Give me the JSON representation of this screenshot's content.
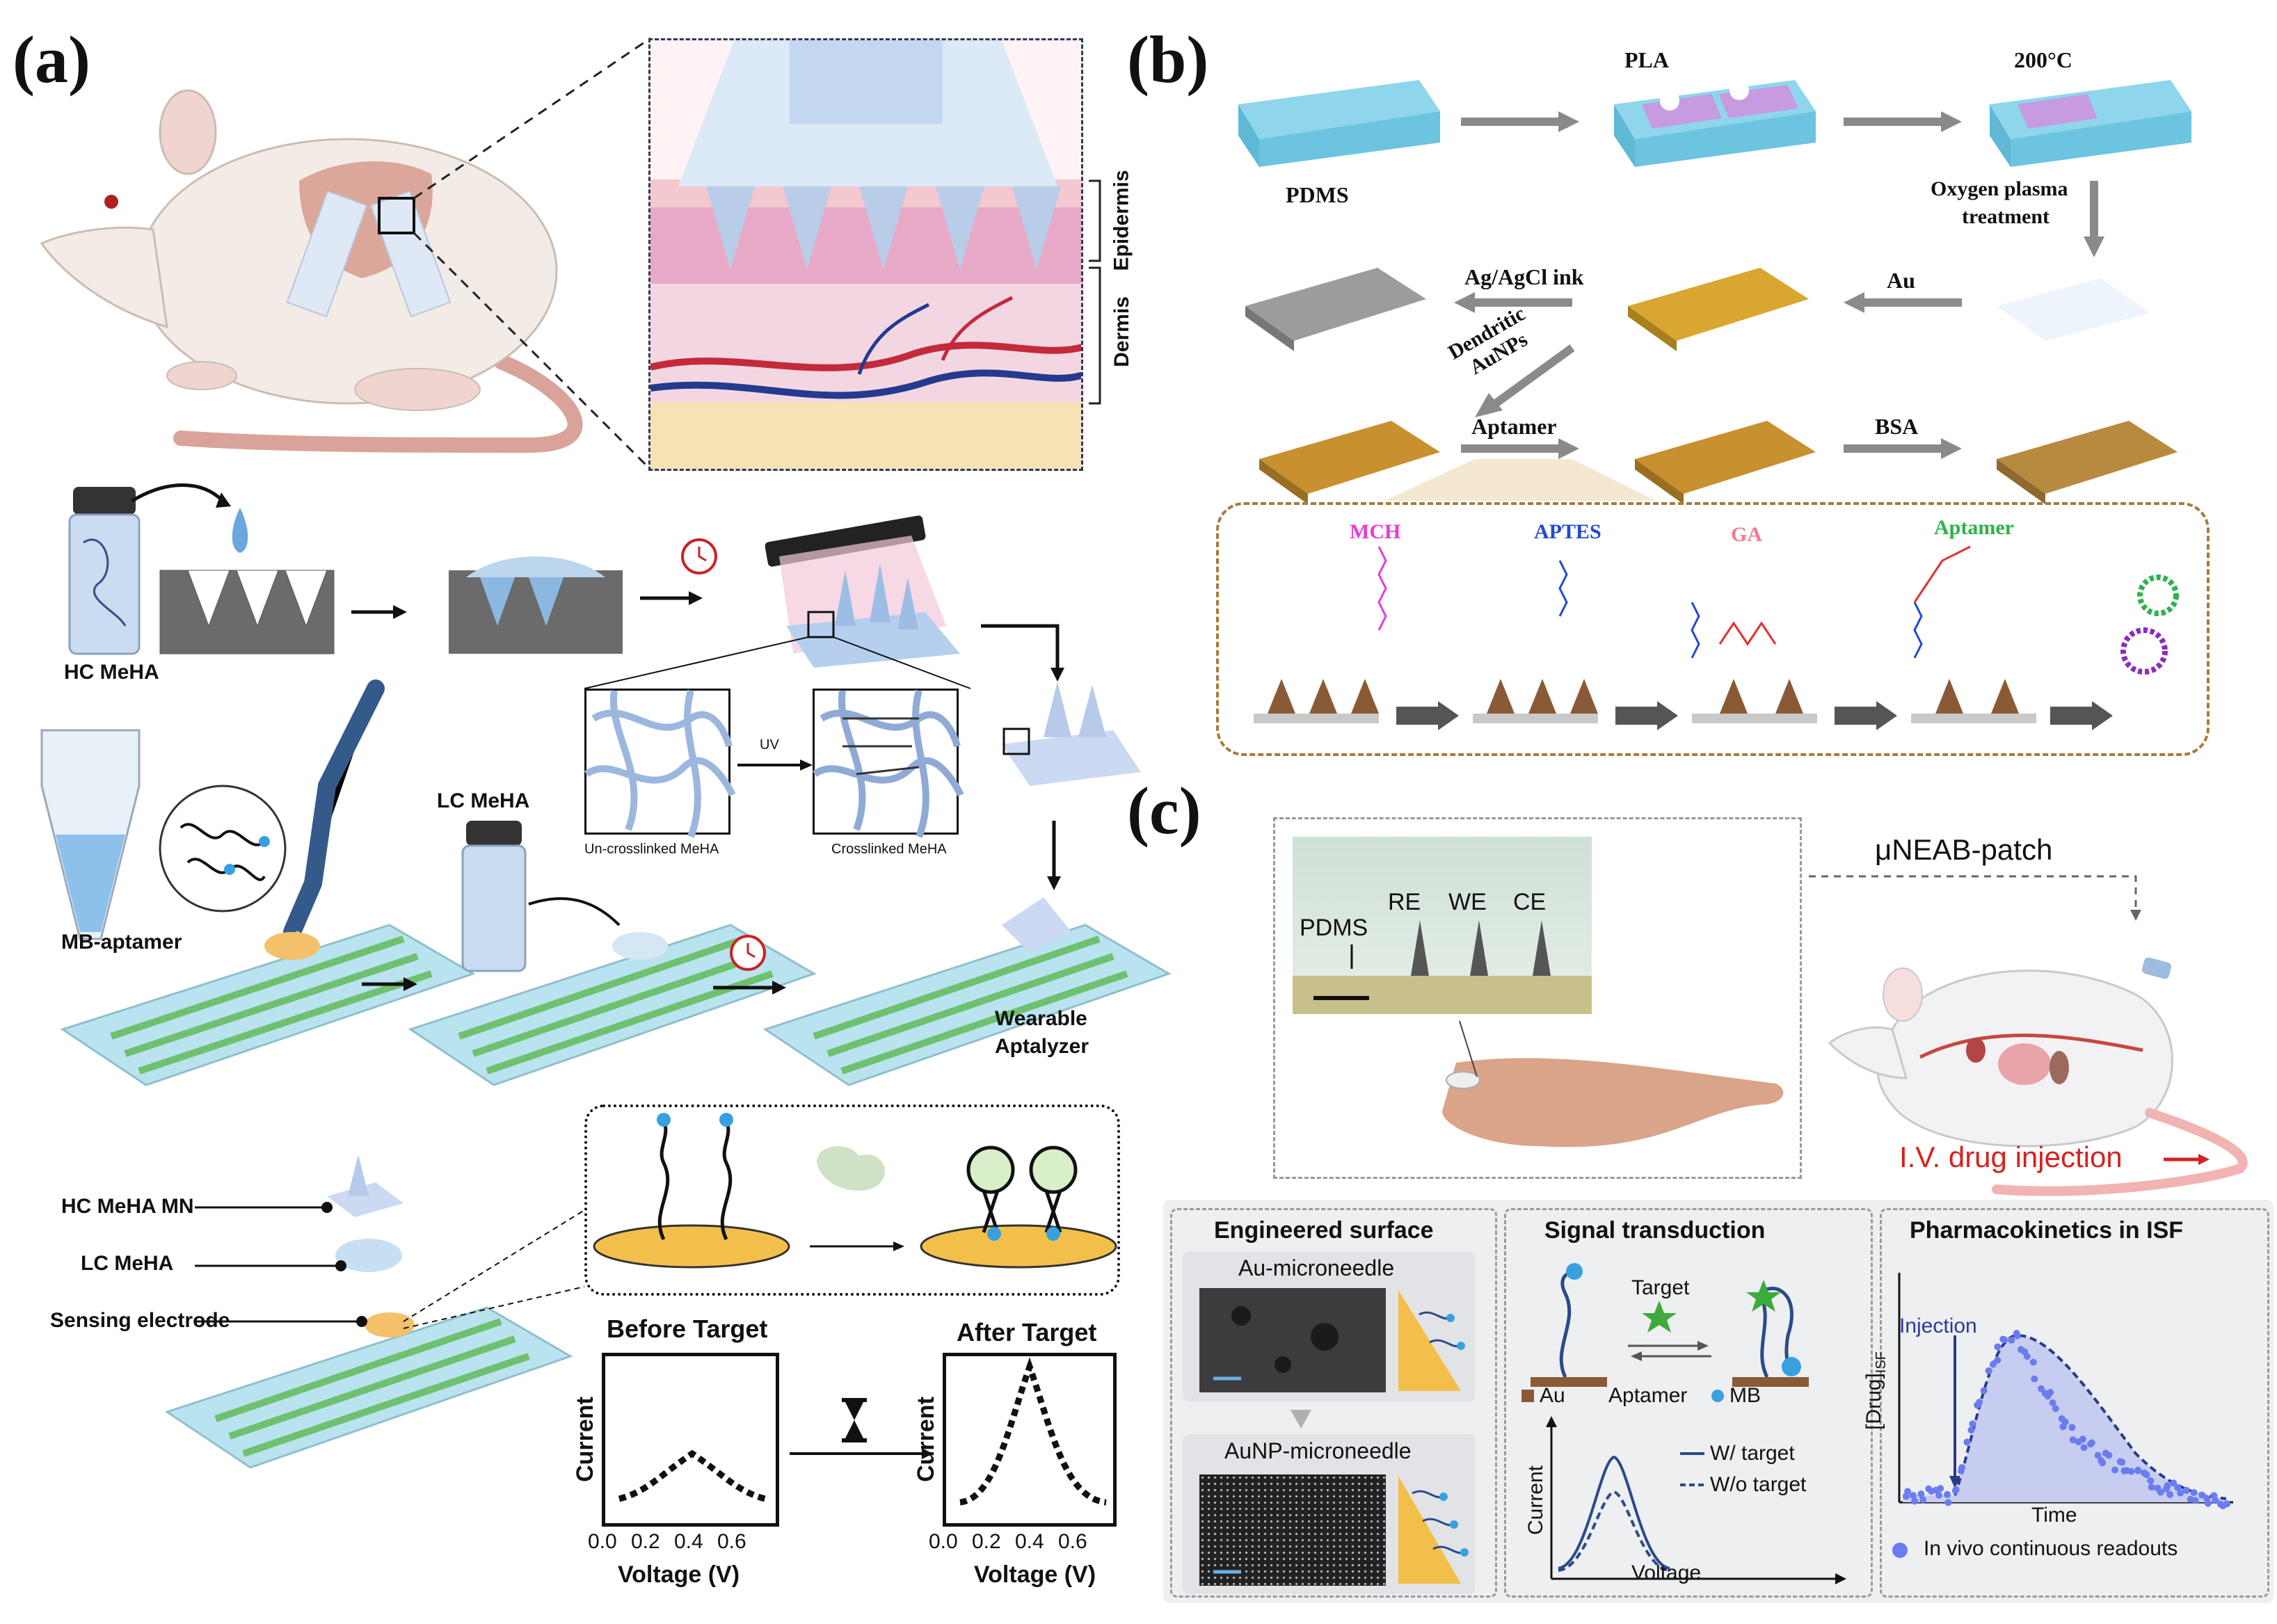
{
  "panel_a": {
    "letter": "(a)",
    "skin_layers": {
      "epidermis": "Epidermis",
      "dermis": "Dermis"
    },
    "materials": {
      "hc": "HC MeHA",
      "lc": "LC MeHA",
      "mb": "MB-aptamer"
    },
    "network": {
      "uncross": "Un-crosslinked MeHA",
      "cross": "Crosslinked MeHA",
      "uv": "UV"
    },
    "product": [
      "Wearable",
      "Aptalyzer"
    ],
    "layers": {
      "mn": "HC MeHA MN",
      "lc": "LC MeHA",
      "electrode": "Sensing electrode"
    },
    "plot_before": {
      "title": "Before Target",
      "ylabel": "Current",
      "xlabel": "Voltage (V)",
      "ticks": [
        "0.0",
        "0.2",
        "0.4",
        "0.6"
      ]
    },
    "plot_after": {
      "title": "After Target",
      "ylabel": "Current",
      "xlabel": "Voltage (V)",
      "ticks": [
        "0.0",
        "0.2",
        "0.4",
        "0.6"
      ]
    }
  },
  "panel_b": {
    "letter": "(b)",
    "steps": {
      "pdms": "PDMS",
      "pla": "PLA",
      "temp": "200°C",
      "oxygen1": "Oxygen plasma",
      "oxygen2": "treatment",
      "au": "Au",
      "agcl": "Ag/AgCl ink",
      "dendritic1": "Dendritic",
      "dendritic2": "AuNPs",
      "aptamer": "Aptamer",
      "bsa": "BSA"
    },
    "chem": {
      "mch": "MCH",
      "aptes": "APTES",
      "ga": "GA",
      "aptamer": "Aptamer"
    },
    "colors": {
      "mch": "#e83bd6",
      "aptes": "#2347d6",
      "ga": "#f07a8c",
      "aptamer": "#2bb24a"
    }
  },
  "panel_c": {
    "letter": "(c)",
    "photo_labels": {
      "pdms": "PDMS",
      "re": "RE",
      "we": "WE",
      "ce": "CE"
    },
    "patch": "μNEAB-patch",
    "injection": "I.V. drug injection",
    "sub1": {
      "title": "Engineered surface",
      "top": "Au-microneedle",
      "bottom": "AuNP-microneedle"
    },
    "sub2": {
      "title": "Signal transduction",
      "target": "Target",
      "au": "Au",
      "aptamer": "Aptamer",
      "mb": "MB",
      "ylabel": "Current",
      "xlabel": "Voltage",
      "w": "W/ target",
      "wo": "W/o target"
    },
    "sub3": {
      "title": "Pharmacokinetics in ISF",
      "injection": "Injection",
      "ylabel": "[Drug]",
      "ysub": "ISF",
      "xlabel": "Time",
      "legend": "In vivo continuous readouts"
    }
  }
}
